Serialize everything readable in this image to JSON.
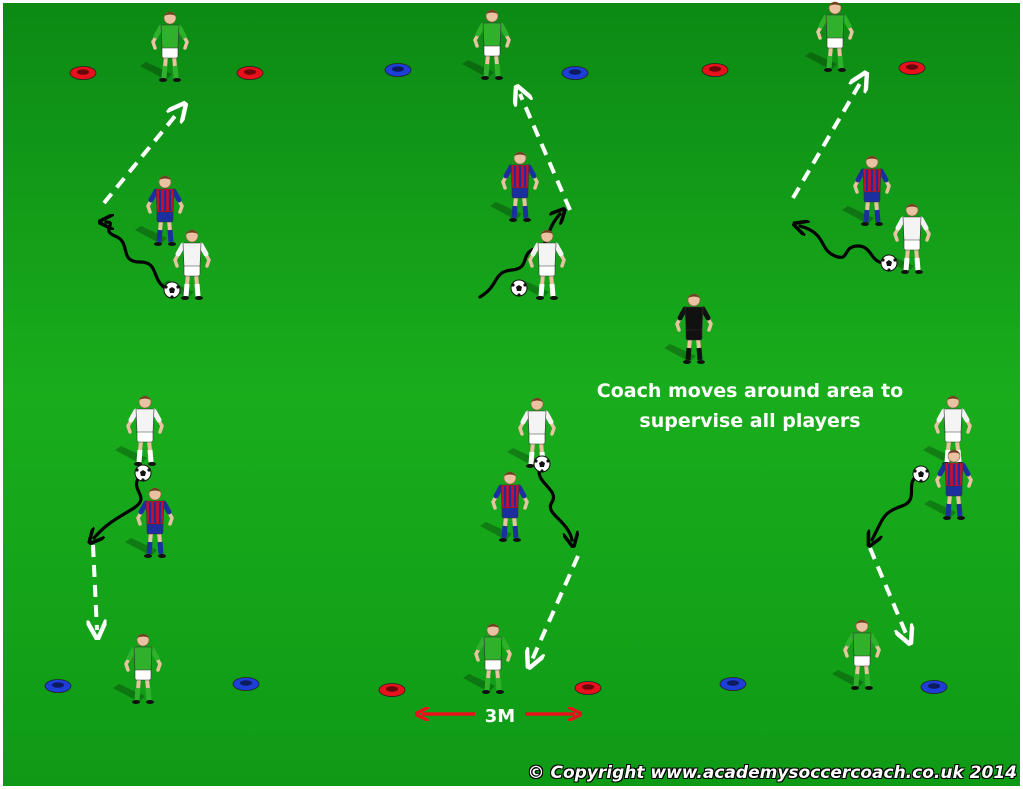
{
  "pitch_color": "#18a51a",
  "coach_note": {
    "line1": "Coach moves around area to",
    "line2": "supervise all players"
  },
  "distance_label": "3M",
  "copyright": "© Copyright www.academysoccercoach.co.uk 2014",
  "colors": {
    "cone_red": "#e8111b",
    "cone_blue": "#1d3fd8",
    "green_team": "#2fb12c",
    "white_team": "#f4f4f4",
    "striped_team_red": "#c8102e",
    "striped_team_blue": "#1b2f9e",
    "coach": "#111111",
    "run_arrow": "#ffffff",
    "dribble_arrow": "#000000",
    "measure_arrow": "#e8111b"
  },
  "drills": [
    {
      "cones": "red",
      "gate": "top"
    },
    {
      "cones": "blue",
      "gate": "top"
    },
    {
      "cones": "red",
      "gate": "top"
    },
    {
      "cones": "blue",
      "gate": "bottom"
    },
    {
      "cones": "red",
      "gate": "bottom"
    },
    {
      "cones": "blue",
      "gate": "bottom"
    }
  ]
}
